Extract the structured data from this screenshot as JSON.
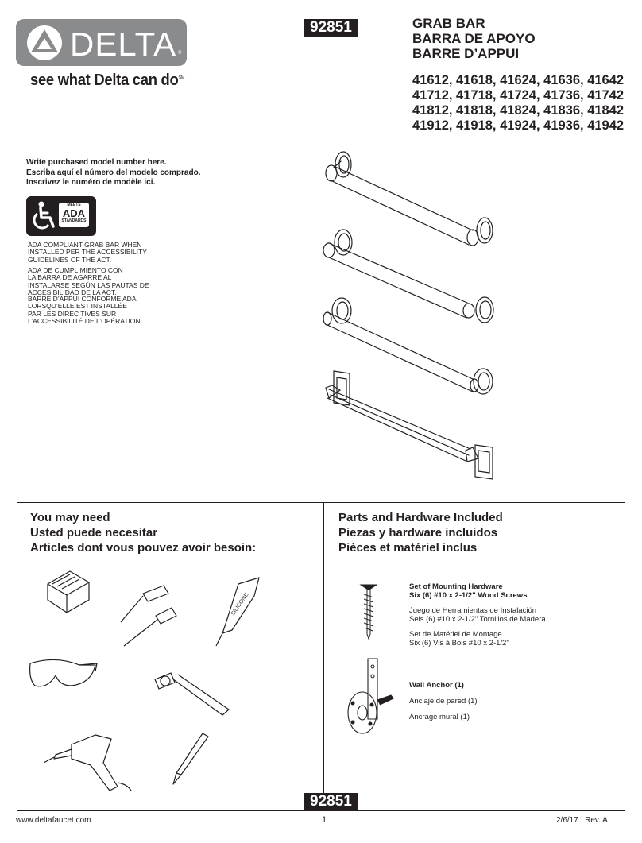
{
  "brand": {
    "logo_text": "DELTA",
    "trademark": "®",
    "tagline": "see what Delta can do",
    "tagline_mark": "SM"
  },
  "model_number": "92851",
  "titles": [
    "GRAB BAR",
    "BARRA DE APOYO",
    "BARRE D’APPUI"
  ],
  "model_lines": [
    "41612, 41618, 41624, 41636, 41642",
    "41712, 41718, 41724, 41736, 41742",
    "41812, 41818, 41824, 41836, 41842",
    "41912, 41918, 41924, 41936, 41942"
  ],
  "write_model": [
    "Write purchased model number here.",
    "Escriba aquí el número del modelo comprado.",
    "Inscrivez le numéro de modèle ici."
  ],
  "ada_badge": {
    "meets": "MEETS",
    "ada": "ADA",
    "standards": "STANDARDS"
  },
  "ada_text_en": [
    "ADA COMPLIANT GRAB BAR WHEN",
    "INSTALLED PER THE ACCESSIBILITY",
    "GUIDELINES OF THE ACT."
  ],
  "ada_text_es": [
    "ADA DE CUMPLIMIENTO CON",
    "LA BARRA DE AGARRE AL",
    "INSTALARSE SEGÚN LAS PAUTAS DE",
    "ACCESIBILIDAD DE LA ACT."
  ],
  "ada_text_fr": [
    "BARRE D’APPUI CONFORME ADA",
    "LORSQU’ELLE EST INSTALLÉE",
    "PAR LES DIREC TIVES SUR",
    "L’ACCESSIBILITÉ DE L’OPÉRATION."
  ],
  "you_may_need": [
    "You may need",
    "Usted puede necesitar",
    "Articles dont vous pouvez avoir besoin:"
  ],
  "silicone_label": "SILICONE",
  "parts_heading": [
    "Parts and Hardware Included",
    "Piezas y hardware incluidos",
    "Pièces et matériel inclus"
  ],
  "screws": {
    "title_en": "Set of Mounting Hardware",
    "sub_en": "Six (6) #10 x 2-1/2\" Wood Screws",
    "title_es": "Juego de Herramientas de Instalación",
    "sub_es": "Seis (6) #10 x 2-1/2\" Tornillos de Madera",
    "title_fr": "Set de Matériel de Montage",
    "sub_fr": "Six (6) Vis à Bois  #10 x 2-1/2\""
  },
  "anchor": {
    "en": "Wall Anchor (1)",
    "es": "Anclaje de pared (1)",
    "fr": "Ancrage mural (1)"
  },
  "footer": {
    "url": "www.deltafaucet.com",
    "page": "1",
    "date_rev": "2/6/17   Rev. A"
  }
}
